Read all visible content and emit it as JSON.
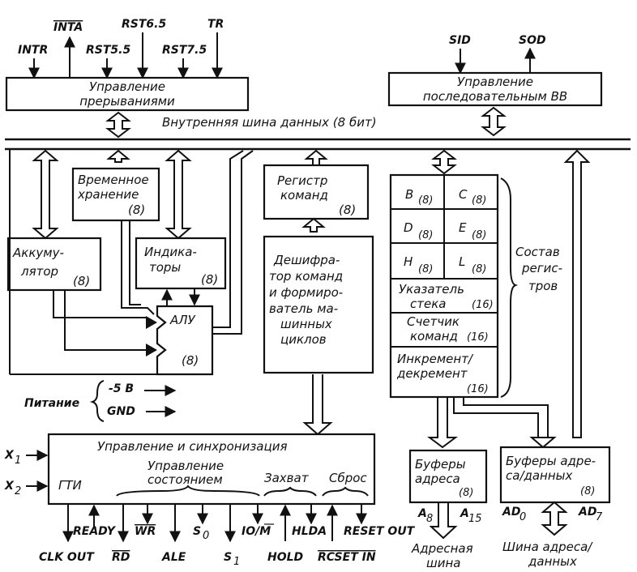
{
  "interrupt_signals": {
    "intr": "INTR",
    "inta": "INTA",
    "rst65": "RST6.5",
    "tr": "TR",
    "rst55": "RST5.5",
    "rst75": "RST7.5"
  },
  "interrupt_block": {
    "line1": "Управление",
    "line2": "прерываниями"
  },
  "serial_signals": {
    "sid": "SID",
    "sod": "SOD"
  },
  "serial_block": {
    "line1": "Управление",
    "line2": "последовательным ВВ"
  },
  "internal_bus": "Внутренняя шина данных (8 бит)",
  "temp_storage": {
    "line1": "Временное",
    "line2": "хранение",
    "size": "(8)"
  },
  "instr_register": {
    "line1": "Регистр",
    "line2": "команд",
    "size": "(8)"
  },
  "accumulator": {
    "line1": "Аккуму-",
    "line2": "лятор",
    "size": "(8)"
  },
  "flags": {
    "line1": "Индика-",
    "line2": "торы",
    "size": "(8)"
  },
  "alu": {
    "label": "АЛУ",
    "size": "(8)"
  },
  "decoder": {
    "line1": "Дешифра-",
    "line2": "тор команд",
    "line3": "и формиро-",
    "line4": "ватель ма-",
    "line5": "шинных",
    "line6": "циклов"
  },
  "registers": {
    "b": "B",
    "c": "C",
    "d": "D",
    "e": "E",
    "h": "H",
    "l": "L",
    "size": "(8)",
    "stack_pointer": {
      "line1": "Указатель",
      "line2": "стека",
      "size": "(16)"
    },
    "program_counter": {
      "line1": "Счетчик",
      "line2": "команд",
      "size": "(16)"
    },
    "inc_dec": {
      "line1": "Инкремент/",
      "line2": "декремент",
      "size": "(16)"
    },
    "group_label": {
      "line1": "Состав",
      "line2": "регис-",
      "line3": "тров"
    }
  },
  "power": {
    "label": "Питание",
    "v5": "-5 В",
    "gnd": "GND"
  },
  "control": {
    "title": "Управление и синхронизация",
    "x1": "X",
    "x2": "X",
    "x1_sub": "1",
    "x2_sub": "2",
    "gti": "ГТИ",
    "state_line1": "Управление",
    "state_line2": "состоянием",
    "hold": "Захват",
    "reset": "Сброс"
  },
  "addr_buffer": {
    "line1": "Буферы",
    "line2": "адреса",
    "size": "(8)"
  },
  "ad_buffer": {
    "line1": "Буферы адре-",
    "line2": "са/данных",
    "size": "(8)"
  },
  "addr_pins": {
    "a8": "A",
    "a8_sub": "8",
    "a15": "A",
    "a15_sub": "15"
  },
  "ad_pins": {
    "ad0": "AD",
    "ad0_sub": "0",
    "ad7": "AD",
    "ad7_sub": "7"
  },
  "address_bus": {
    "line1": "Адресная",
    "line2": "шина"
  },
  "ad_bus": {
    "line1": "Шина адреса/",
    "line2": "данных"
  },
  "bottom_signals": {
    "clk_out": "CLK OUT",
    "ready": "READY",
    "rd": "RD",
    "wr": "WR",
    "ale": "ALE",
    "s0": "S",
    "s0_sub": "0",
    "s1": "S",
    "s1_sub": "1",
    "io_m": "IO/M",
    "hold": "HOLD",
    "hlda": "HLDA",
    "reset_out": "RESET OUT",
    "reset_in": "RCSET IN"
  }
}
